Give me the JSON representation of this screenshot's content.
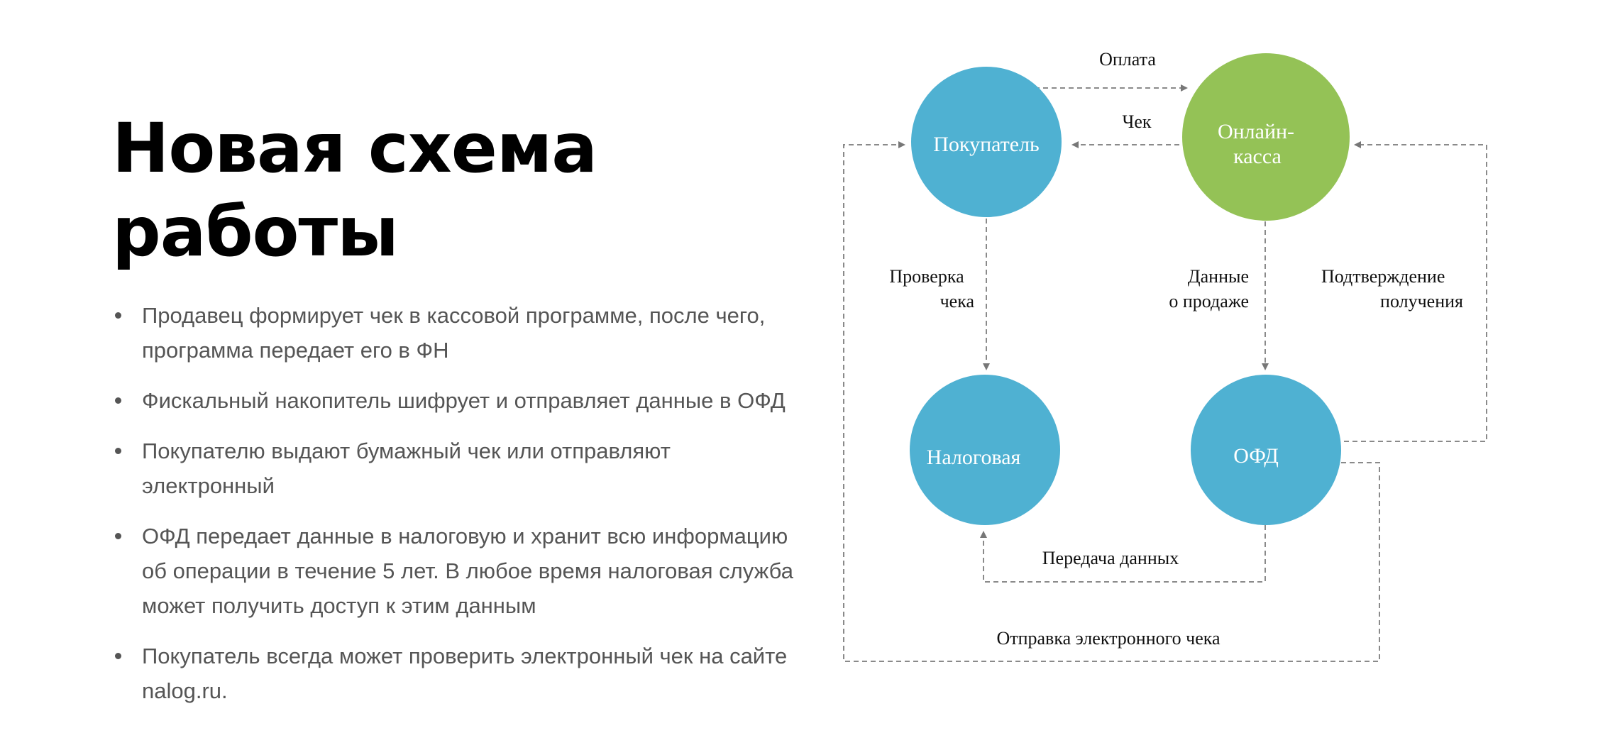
{
  "title": {
    "line1": "Новая схема",
    "line2": "работы"
  },
  "bullets": [
    "Продавец формирует чек в кассовой программе, после чего, программа передает его в ФН",
    "Фискальный накопитель шифрует и отправляет данные в ОФД",
    "Покупателю выдают бумажный чек или отправляют электронный",
    "ОФД передает данные в налоговую и хранит всю информацию об операции в течение 5 лет. В любое время налоговая служба может получить доступ к этим данным",
    "Покупатель всегда может проверить электронный чек на сайте nalog.ru."
  ],
  "diagram": {
    "nodes": {
      "buyer": "Покупатель",
      "kassa_line1": "Онлайн-",
      "kassa_line2": "касса",
      "tax": "Налоговая",
      "ofd": "ОФД"
    },
    "edges": {
      "payment": "Оплата",
      "receipt": "Чек",
      "check_line1": "Проверка",
      "check_line2": "чека",
      "sale_data_line1": "Данные",
      "sale_data_line2": "о продаже",
      "confirm_line1": "Подтверждение",
      "confirm_line2": "получения",
      "data_transfer": "Передача данных",
      "e_receipt": "Отправка электронного чека"
    },
    "colors": {
      "blue_node": "#4fb1d2",
      "green_node": "#94c256",
      "connector": "#777777",
      "node_text": "#ffffff"
    }
  }
}
